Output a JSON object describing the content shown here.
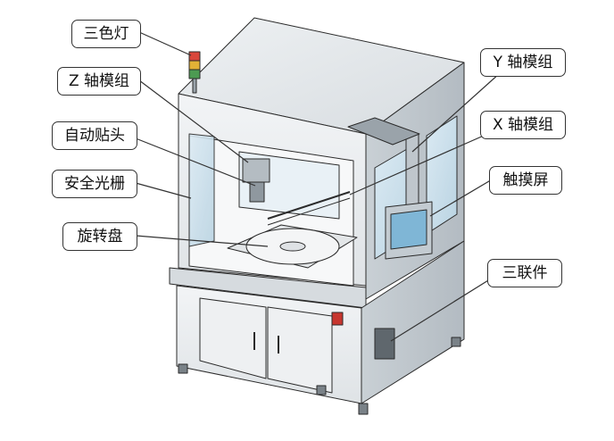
{
  "labels": {
    "signal_tower": "三色灯",
    "z_axis": "Z 轴模组",
    "mount_head": "自动贴头",
    "light_curtain": "安全光栅",
    "turntable": "旋转盘",
    "y_axis": "Y 轴模组",
    "x_axis": "X 轴模组",
    "touch_screen": "触摸屏",
    "frl_unit": "三联件"
  },
  "colors": {
    "outline": "#2b2b2b",
    "body_light": "#e6e9ec",
    "body_mid": "#cdd3d8",
    "body_dark": "#a9b1b8",
    "glass": "#cfe4f0",
    "screen": "#7fb6d6",
    "lamp_red": "#d9473b",
    "lamp_yellow": "#e3b236",
    "lamp_green": "#4c9b52"
  }
}
